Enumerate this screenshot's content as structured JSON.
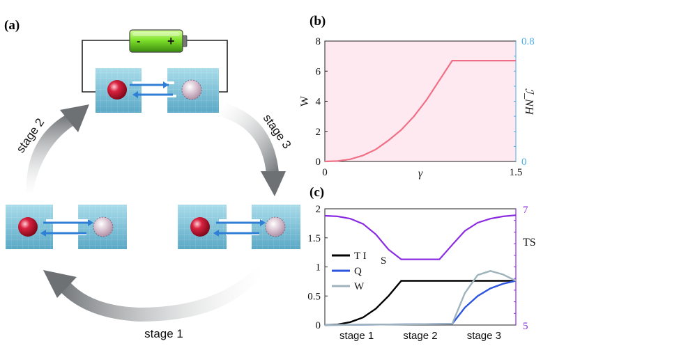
{
  "panel_a": {
    "label": "(a)",
    "battery": {
      "minus": "-",
      "plus": "+"
    },
    "stages": [
      "stage 1",
      "stage 2",
      "stage 3"
    ]
  },
  "colors": {
    "cell_top": "#a9dcea",
    "cell_bottom": "#5aa8c6",
    "hot_ball": "#d8223f",
    "cold_ball": "#d8c2d0",
    "arrow_blue": "#2f7fd6",
    "battery_green": "#7fe22b",
    "cycle_arrow": "#6d7174",
    "curve_pink": "#f06f86",
    "fill_pink": "#fde9ef",
    "right_axis_blue": "#4eaee6",
    "purple": "#8a2be2",
    "q_blue": "#2e55e0",
    "w_gray": "#9fb3bd",
    "tis_black": "#000000"
  },
  "chart_data": [
    {
      "panel": "(b)",
      "type": "line",
      "title": "",
      "xlabel": "γ",
      "ylabel": "W",
      "ylabel_right": "ℐ_NH",
      "xlim": [
        0,
        1.5
      ],
      "ylim": [
        0,
        8
      ],
      "ylim_right": [
        0,
        0.8
      ],
      "x_ticks": [
        "0",
        "1.5"
      ],
      "y_ticks": [
        "0",
        "2",
        "4",
        "6",
        "8"
      ],
      "y_ticks_right": [
        "0",
        "0.8"
      ],
      "fill": "below-top",
      "series": [
        {
          "x": [
            0,
            0.1,
            0.2,
            0.3,
            0.4,
            0.5,
            0.6,
            0.7,
            0.8,
            0.9,
            1.0,
            1.1,
            1.2,
            1.3,
            1.4,
            1.5
          ],
          "y": [
            0,
            0.03,
            0.15,
            0.4,
            0.8,
            1.4,
            2.1,
            3.0,
            4.1,
            5.4,
            6.7,
            6.7,
            6.7,
            6.7,
            6.7,
            6.7
          ]
        }
      ]
    },
    {
      "panel": "(c)",
      "type": "line",
      "title": "",
      "xlabel": "",
      "ylabel": "",
      "ylabel_right": "TS",
      "ylim": [
        0,
        2
      ],
      "ylim_right": [
        5,
        7
      ],
      "y_ticks": [
        "0",
        "0.5",
        "1",
        "1.5",
        "2"
      ],
      "y_ticks_right": [
        "5",
        "7"
      ],
      "x_categories": [
        "stage 1",
        "stage 2",
        "stage 3"
      ],
      "legend": {
        "placement": "center-left",
        "entries": [
          {
            "main": "T I",
            "sub": "S"
          },
          {
            "main": "Q",
            "sub": ""
          },
          {
            "main": "W",
            "sub": ""
          }
        ]
      },
      "series": [
        {
          "name": "T I_S",
          "axis": "left",
          "x": [
            0,
            0.2,
            0.4,
            0.6,
            0.8,
            1.0,
            1.2,
            1.4,
            1.6,
            1.8,
            2.0,
            2.2,
            2.4,
            2.6,
            2.8,
            3.0
          ],
          "y": [
            0,
            0.01,
            0.05,
            0.13,
            0.28,
            0.5,
            0.76,
            0.76,
            0.76,
            0.76,
            0.76,
            0.76,
            0.76,
            0.76,
            0.76,
            0.76
          ]
        },
        {
          "name": "Q",
          "axis": "left",
          "x": [
            0,
            1.0,
            2.0,
            2.2,
            2.4,
            2.6,
            2.8,
            3.0
          ],
          "y": [
            0,
            0.01,
            0.02,
            0.3,
            0.5,
            0.63,
            0.71,
            0.76
          ]
        },
        {
          "name": "W",
          "axis": "left",
          "x": [
            0,
            1.0,
            2.0,
            2.2,
            2.4,
            2.6,
            2.8,
            3.0
          ],
          "y": [
            0,
            0.01,
            0.02,
            0.55,
            0.86,
            0.93,
            0.87,
            0.76
          ]
        },
        {
          "name": "TS",
          "axis": "right",
          "x": [
            0,
            0.2,
            0.4,
            0.6,
            0.8,
            1.0,
            1.2,
            1.4,
            1.6,
            1.8,
            2.0,
            2.2,
            2.4,
            2.6,
            2.8,
            3.0
          ],
          "y": [
            6.88,
            6.87,
            6.83,
            6.74,
            6.56,
            6.3,
            6.13,
            6.13,
            6.13,
            6.13,
            6.38,
            6.62,
            6.76,
            6.83,
            6.87,
            6.89
          ]
        }
      ]
    }
  ]
}
